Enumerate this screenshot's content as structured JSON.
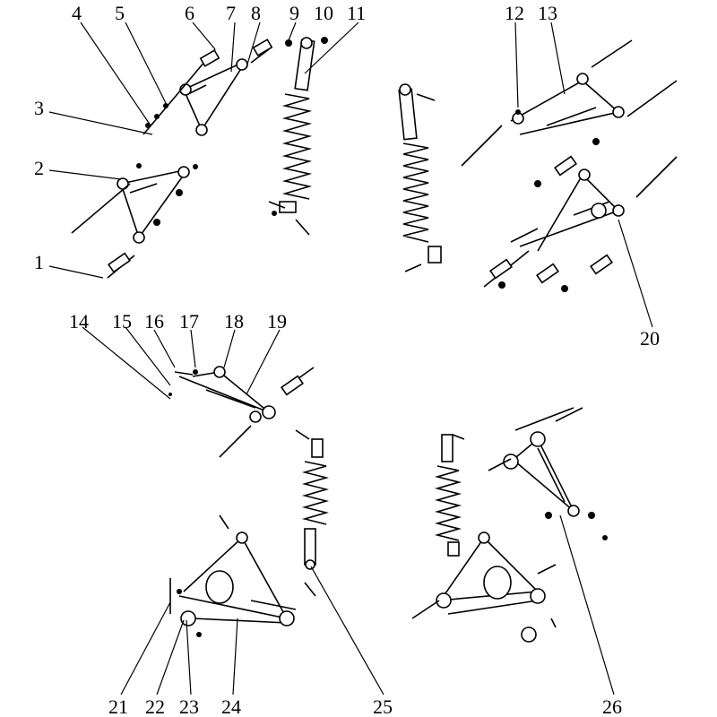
{
  "diagram": {
    "title": "Suspension exploded parts diagram",
    "callouts": [
      "1",
      "2",
      "3",
      "4",
      "5",
      "6",
      "7",
      "8",
      "9",
      "10",
      "11",
      "12",
      "13",
      "14",
      "15",
      "16",
      "17",
      "18",
      "19",
      "20",
      "21",
      "22",
      "23",
      "24",
      "25",
      "26"
    ]
  }
}
